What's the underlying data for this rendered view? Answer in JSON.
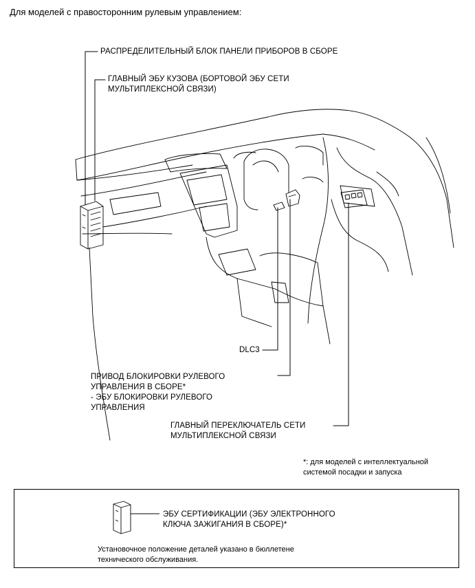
{
  "heading": "Для моделей с правосторонним рулевым управлением:",
  "labels": {
    "instrument_panel_jb": "РАСПРЕДЕЛИТЕЛЬНЫЙ БЛОК ПАНЕЛИ ПРИБОРОВ В СБОРЕ",
    "main_body_ecu_line1": "ГЛАВНЫЙ ЭБУ КУЗОВА (БОРТОВОЙ ЭБУ СЕТИ",
    "main_body_ecu_line2": "МУЛЬТИПЛЕКСНОЙ СВЯЗИ)",
    "dlc3": "DLC3",
    "steering_lock_line1": "ПРИВОД БЛОКИРОВКИ РУЛЕВОГО",
    "steering_lock_line2": "УПРАВЛЕНИЯ В СБОРЕ*",
    "steering_lock_line3": "- ЭБУ БЛОКИРОВКИ РУЛЕВОГО",
    "steering_lock_line4": "УПРАВЛЕНИЯ",
    "master_switch_line1": "ГЛАВНЫЙ ПЕРЕКЛЮЧАТЕЛЬ СЕТИ",
    "master_switch_line2": "МУЛЬТИПЛЕКСНОЙ СВЯЗИ"
  },
  "footnote": {
    "line1": "*: для моделей с интеллектуальной",
    "line2": "системой посадки и запуска"
  },
  "legend_box": {
    "cert_ecu_line1": "ЭБУ СЕРТИФИКАЦИИ (ЭБУ ЭЛЕКТРОННОГО",
    "cert_ecu_line2": "КЛЮЧА ЗАЖИГАНИЯ В СБОРЕ)*",
    "note_line1": "Установочное положение деталей указано в бюллетене",
    "note_line2": "технического обслуживания."
  }
}
